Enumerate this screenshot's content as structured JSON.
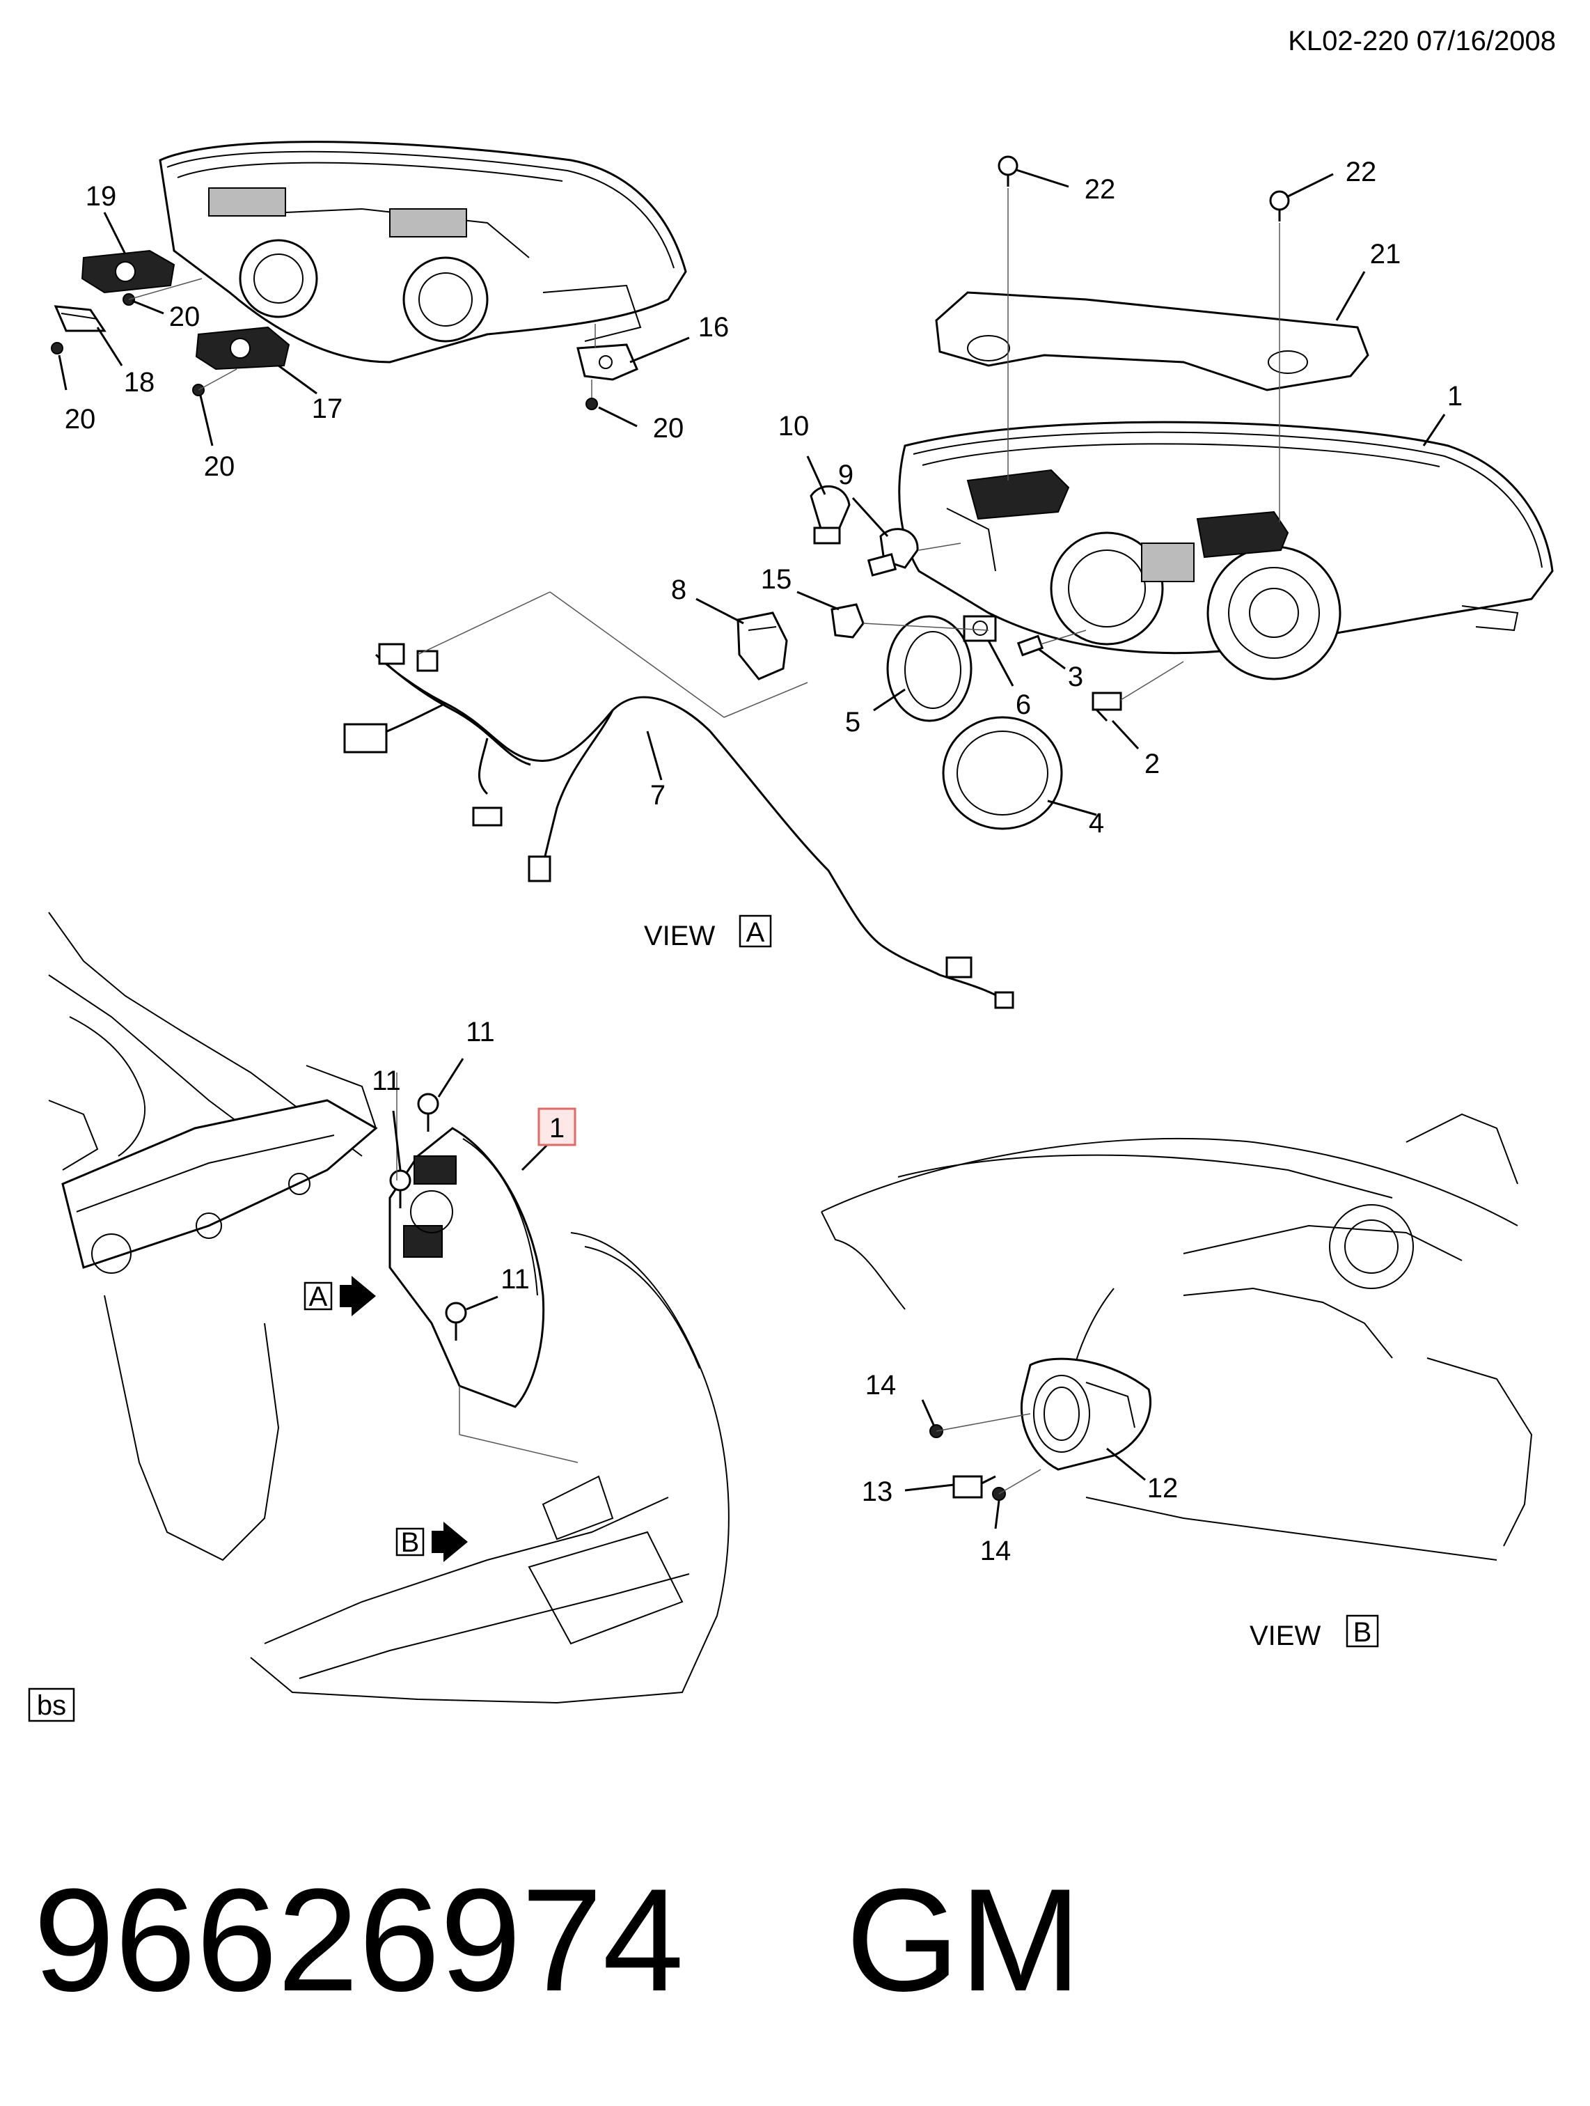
{
  "header": {
    "code": "KL02-220  07/16/2008"
  },
  "views": {
    "a_label": "VIEW",
    "a_letter": "A",
    "b_label": "VIEW",
    "b_letter": "B"
  },
  "arrows": {
    "a_letter": "A",
    "b_letter": "B"
  },
  "corner_tag": "bs",
  "footer": {
    "part_number": "96626974",
    "brand": "GM"
  },
  "callouts": {
    "c1_top": "1",
    "c1_box": "1",
    "c2": "2",
    "c3": "3",
    "c4": "4",
    "c5": "5",
    "c6": "6",
    "c7": "7",
    "c8": "8",
    "c9": "9",
    "c10": "10",
    "c11_a": "11",
    "c11_b": "11",
    "c11_c": "11",
    "c12": "12",
    "c13": "13",
    "c14_a": "14",
    "c14_b": "14",
    "c15": "15",
    "c16": "16",
    "c17": "17",
    "c18": "18",
    "c19": "19",
    "c20_a": "20",
    "c20_b": "20",
    "c20_c": "20",
    "c20_d": "20",
    "c21": "21",
    "c22_a": "22",
    "c22_b": "22"
  },
  "colors": {
    "highlight_box": "#e06a6a",
    "highlight_fill": "#fde7e7",
    "ink": "#000000"
  }
}
